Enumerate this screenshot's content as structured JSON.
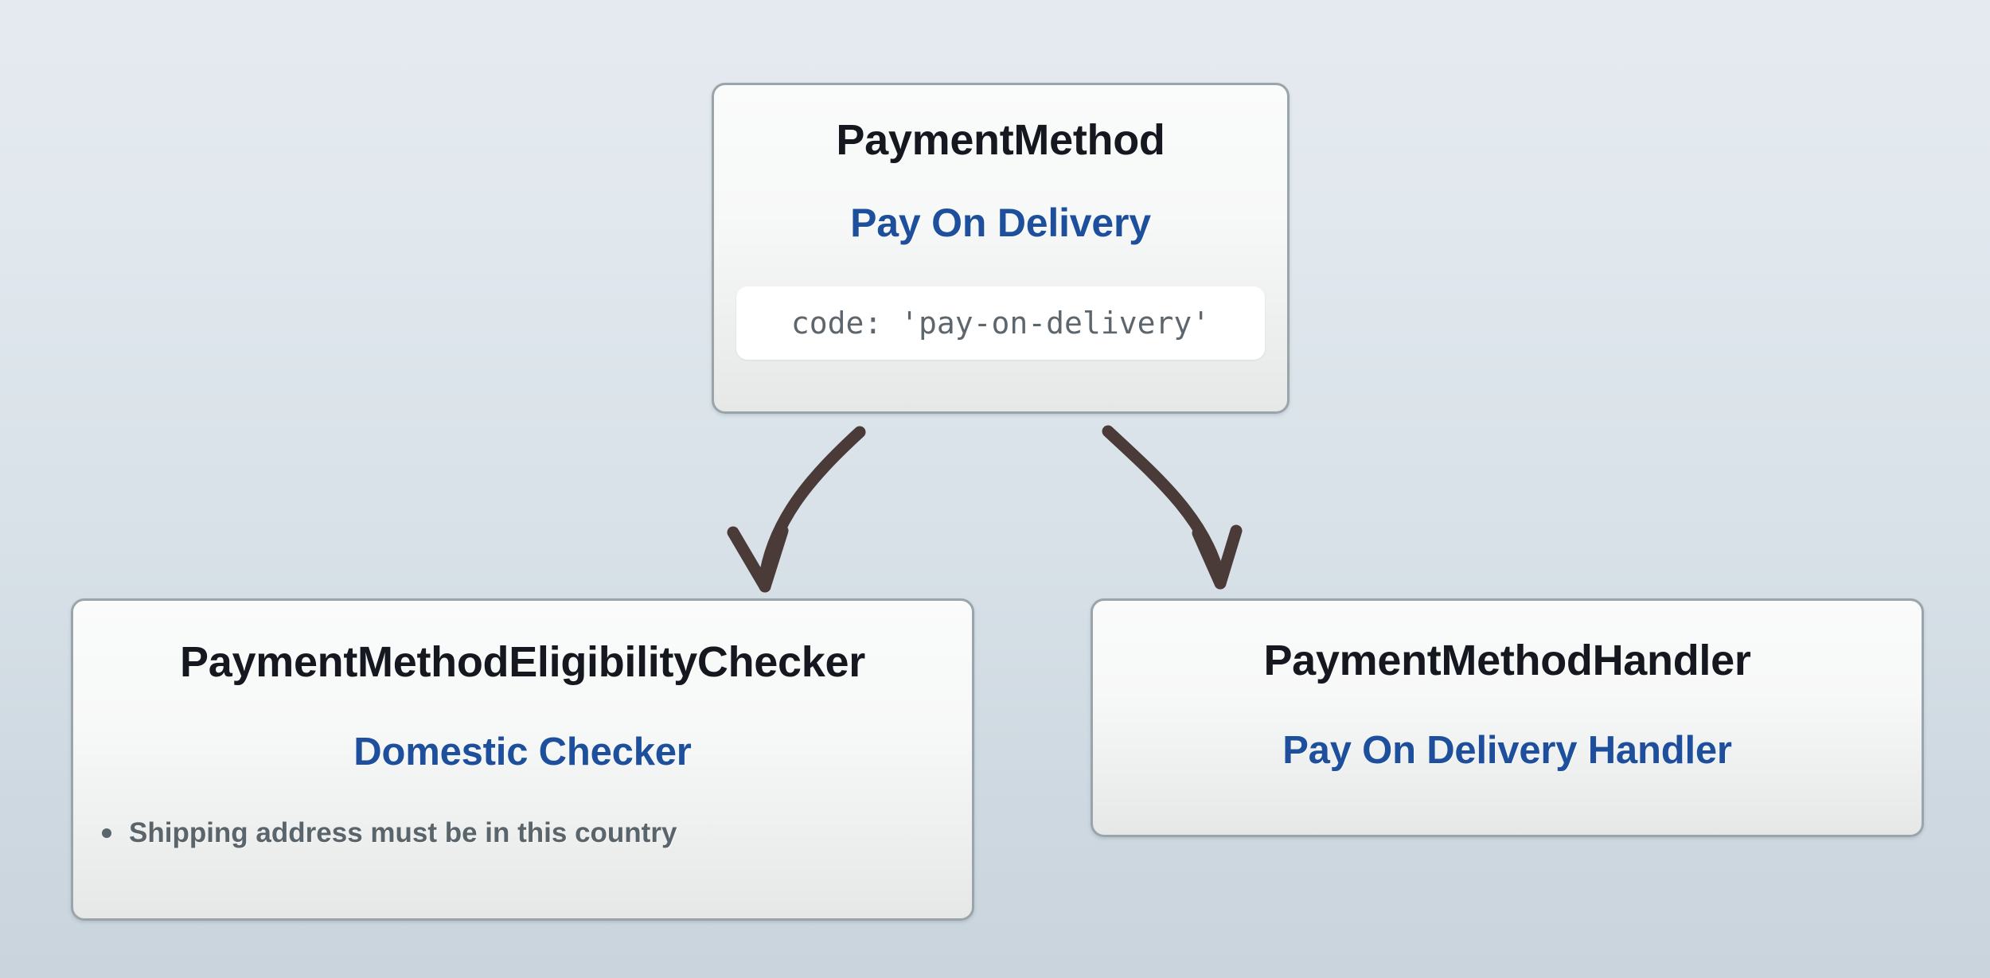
{
  "diagram": {
    "type": "hierarchy-flow",
    "background_top_color": "#e5eaf0",
    "background_bottom_color": "#c9d4dd",
    "accent_color": "#1d4f9c",
    "title_color": "#15181f",
    "muted_text_color": "#5a646b",
    "arrow_color": "#4a3a38",
    "card_border_color": "#9aa5ab"
  },
  "nodes": {
    "payment_method": {
      "title": "PaymentMethod",
      "subtitle": "Pay On Delivery",
      "code": "code: 'pay-on-delivery'"
    },
    "eligibility_checker": {
      "title": "PaymentMethodEligibilityChecker",
      "subtitle": "Domestic Checker",
      "bullets": [
        "Shipping address must be in this country"
      ]
    },
    "payment_handler": {
      "title": "PaymentMethodHandler",
      "subtitle": "Pay On Delivery Handler"
    }
  },
  "edges": [
    {
      "name": "edge-to-eligibility-checker",
      "from": "payment_method",
      "to": "eligibility_checker"
    },
    {
      "name": "edge-to-payment-handler",
      "from": "payment_method",
      "to": "payment_handler"
    }
  ]
}
